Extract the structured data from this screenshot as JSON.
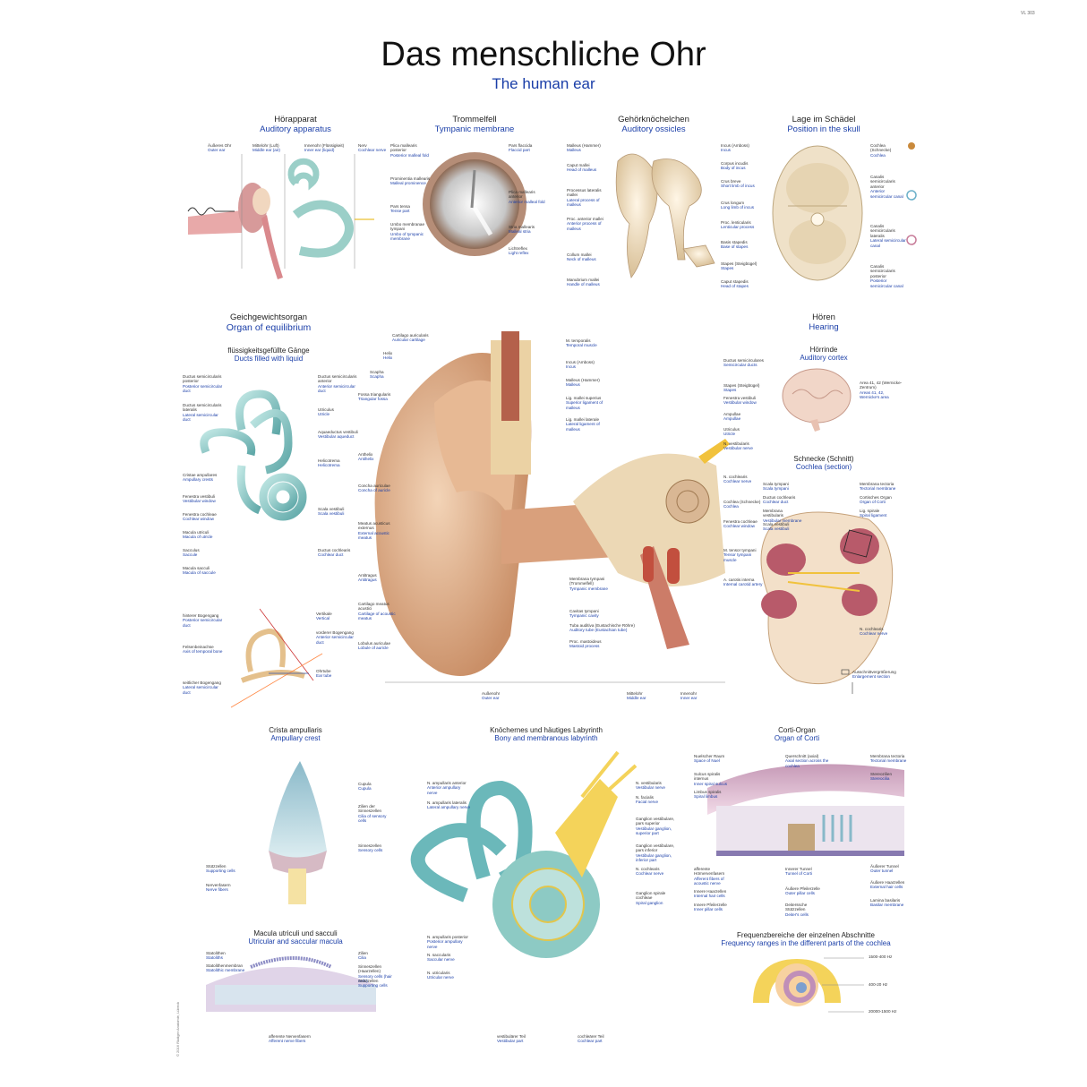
{
  "code": "VL 303",
  "title_de": "Das menschliche Ohr",
  "title_en": "The human ear",
  "copyright": "© 2016 Rüdiger Anatomie, Lübeck",
  "sections": [
    {
      "de": "Hörapparat",
      "en": "Auditory apparatus"
    },
    {
      "de": "Trommelfell",
      "en": "Tympanic membrane"
    },
    {
      "de": "Gehörknöchelchen",
      "en": "Auditory ossicles"
    },
    {
      "de": "Lage im Schädel",
      "en": "Position in the skull"
    },
    {
      "de": "Geichgewichtsorgan",
      "en": "Organ of equilibrium"
    },
    {
      "de": "flüssigkeitsgefüllte Gänge",
      "en": "Ducts filled with liquid"
    },
    {
      "de": "Hören",
      "en": "Hearing"
    },
    {
      "de": "Hörrinde",
      "en": "Auditory cortex"
    },
    {
      "de": "Schnecke (Schnitt)",
      "en": "Cochlea (section)"
    },
    {
      "de": "Crista ampullaris",
      "en": "Ampullary crest"
    },
    {
      "de": "Knöchernes und häutiges Labyrinth",
      "en": "Bony and membranous labyrinth"
    },
    {
      "de": "Corti-Organ",
      "en": "Organ of Corti"
    },
    {
      "de": "Macula utriculi und sacculi",
      "en": "Utricular and saccular macula"
    },
    {
      "de": "Frequenzbereiche der einzelnen Abschnitte",
      "en": "Frequency ranges in the different parts of the cochlea"
    }
  ],
  "labels": {
    "app_outer": {
      "de": "Äußeres Ohr",
      "en": "Outer ear"
    },
    "app_middle": {
      "de": "Mittelohr (Luft)",
      "en": "Middle ear (air)"
    },
    "app_inner": {
      "de": "Innenohr (Flüssigkeit)",
      "en": "Inner ear (liquid)"
    },
    "app_nerve": {
      "de": "Nerv",
      "en": "Cochlear nerve"
    },
    "tm_plica_post": {
      "de": "Plica mallearis posterior",
      "en": "Posterior malleal fold"
    },
    "tm_prominentia": {
      "de": "Prominentia mallearis",
      "en": "Malleal prominence"
    },
    "tm_pars_tensa": {
      "de": "Pars tensa",
      "en": "Tense part"
    },
    "tm_umbo": {
      "de": "Umbo membranae tympani",
      "en": "Umbo of tympanic membrane"
    },
    "tm_pars_flaccida": {
      "de": "Pars flaccida",
      "en": "Flaccid part"
    },
    "tm_plica_ant": {
      "de": "Plica mallearis anterior",
      "en": "Anterior malleal fold"
    },
    "tm_stria": {
      "de": "Stria mallearis",
      "en": "Malleal stria"
    },
    "tm_reflex": {
      "de": "Lichtreflex",
      "en": "Light reflex"
    },
    "os_malleus": {
      "de": "Malleus (Hammer)",
      "en": "Malleus"
    },
    "os_caput": {
      "de": "Caput mallei",
      "en": "Head of malleus"
    },
    "os_proc_lat": {
      "de": "Processus lateralis mallei",
      "en": "Lateral process of malleus"
    },
    "os_proc_ant": {
      "de": "Proc. anterior mallei",
      "en": "Anterior process of malleus"
    },
    "os_collum": {
      "de": "Collum mallei",
      "en": "Neck of malleus"
    },
    "os_manubrium": {
      "de": "Manubrium mallei",
      "en": "Handle of malleus"
    },
    "os_incus": {
      "de": "Incus (Amboss)",
      "en": "Incus"
    },
    "os_corpus": {
      "de": "Corpus incudis",
      "en": "Body of incus"
    },
    "os_crus_breve": {
      "de": "Crus breve",
      "en": "Short limb of incus"
    },
    "os_crus_longum": {
      "de": "Crus longum",
      "en": "Long limb of incus"
    },
    "os_lenticular": {
      "de": "Proc. lenticularis",
      "en": "Lenticular process"
    },
    "os_basis": {
      "de": "Basis stapedis",
      "en": "Base of stapes"
    },
    "os_stapes": {
      "de": "Stapes (Steigbügel)",
      "en": "Stapes"
    },
    "os_caput_stapedis": {
      "de": "Caput stapedis",
      "en": "Head of stapes"
    },
    "sk_cochlea": {
      "de": "Cochlea (Schnecke)",
      "en": "Cochlea"
    },
    "sk_ant": {
      "de": "Canalis semicircularis anterior",
      "en": "Anterior semicircular canal"
    },
    "sk_lat": {
      "de": "Canalis semicircularis lateralis",
      "en": "Lateral semicircular canal"
    },
    "sk_post": {
      "de": "Canalis semicircularis posterior",
      "en": "Posterior semicircular canal"
    },
    "eq_post": {
      "de": "Ductus semicircularis posterior",
      "en": "Posterior semicircular duct"
    },
    "eq_lat": {
      "de": "Ductus semicircularis lateralis",
      "en": "Lateral semicircular duct"
    },
    "eq_cristae": {
      "de": "Cristae ampullares",
      "en": "Ampullary crests"
    },
    "eq_fen_vest": {
      "de": "Fenestra vestibuli",
      "en": "Vestibular window"
    },
    "eq_fen_coch": {
      "de": "Fenestra cochleae",
      "en": "Cochlear window"
    },
    "eq_mac_utr": {
      "de": "Macula utriculi",
      "en": "Macula of utricle"
    },
    "eq_sacculus": {
      "de": "Sacculus",
      "en": "Saccule"
    },
    "eq_mac_sac": {
      "de": "Macula sacculi",
      "en": "Macula of saccule"
    },
    "eq_ant": {
      "de": "Ductus semicircularis anterior",
      "en": "Anterior semicircular duct"
    },
    "eq_utriculus": {
      "de": "Utriculus",
      "en": "Utricle"
    },
    "eq_aquaeductus": {
      "de": "Aquaeductus vestibuli",
      "en": "Vestibular aqueduct"
    },
    "eq_helicotrema": {
      "de": "Helicotrema",
      "en": "Helicotrema"
    },
    "eq_scala_vest": {
      "de": "Scala vestibuli",
      "en": "Scala vestibuli"
    },
    "eq_ductus_coch": {
      "de": "Ductus cochlearis",
      "en": "Cochlear duct"
    },
    "or_hinten": {
      "de": "hinterer Bogengang",
      "en": "Posterior semicircular duct"
    },
    "or_felsenbein": {
      "de": "Felsenbeinachse",
      "en": "Axis of temporal bone"
    },
    "or_seitl": {
      "de": "seitlicher Bogengang",
      "en": "Lateral semicircular duct"
    },
    "or_vorn": {
      "de": "vorderer Bogengang",
      "en": "Anterior semicircular duct"
    },
    "or_vertikal": {
      "de": "Vertikale",
      "en": "Vertical"
    },
    "or_ohrtube": {
      "de": "Ohrtube",
      "en": "Ear tube"
    },
    "m_cart_auric": {
      "de": "Cartilago auricularis",
      "en": "Auricular cartilage"
    },
    "m_helix": {
      "de": "Helix",
      "en": "Helix"
    },
    "m_scapha": {
      "de": "Scapha",
      "en": "Scapha"
    },
    "m_fossa": {
      "de": "Fossa triangularis",
      "en": "Triangular fossa"
    },
    "m_anthelix": {
      "de": "Anthelix",
      "en": "Antihelix"
    },
    "m_concha": {
      "de": "Concha auriculae",
      "en": "Concha of auricle"
    },
    "m_meatus": {
      "de": "Meatus acusticus externus",
      "en": "External acoustic meatus"
    },
    "m_antitragus": {
      "de": "Antitragus",
      "en": "Antitragus"
    },
    "m_cart_meatus": {
      "de": "Cartilago meatus acustici",
      "en": "Cartilage of acoustic meatus"
    },
    "m_lobulus": {
      "de": "Lobulus auriculae",
      "en": "Lobule of auricle"
    },
    "m_temporalis": {
      "de": "M. temporalis",
      "en": "Temporal muscle"
    },
    "m_incus": {
      "de": "Incus (Amboss)",
      "en": "Incus"
    },
    "m_malleus": {
      "de": "Malleus (Hammer)",
      "en": "Malleus"
    },
    "m_lig_sup": {
      "de": "Lig. mallei superius",
      "en": "Superior ligament of malleus"
    },
    "m_lig_lat": {
      "de": "Lig. mallei laterale",
      "en": "Lateral ligament of malleus"
    },
    "m_membrana": {
      "de": "Membrana tympani (Trommelfell)",
      "en": "Tympanic membrane"
    },
    "m_cavitas": {
      "de": "Cavitas tympani",
      "en": "Tympanic cavity"
    },
    "m_tuba": {
      "de": "Tuba auditiva (Eustachische Röhre)",
      "en": "Auditory tube (Eustachian tube)"
    },
    "m_mastoid": {
      "de": "Proc. mastoideus",
      "en": "Mastoid process"
    },
    "m_ductus_semi": {
      "de": "Ductus semicirculares",
      "en": "Semicircular ducts"
    },
    "m_stapes": {
      "de": "Stapes (Steigbügel)",
      "en": "Stapes"
    },
    "m_fen_vest": {
      "de": "Fenestra vestibuli",
      "en": "Vestibular window"
    },
    "m_ampullae": {
      "de": "Ampullae",
      "en": "Ampullae"
    },
    "m_utriculus": {
      "de": "Utriculus",
      "en": "Utricle"
    },
    "m_n_vest": {
      "de": "N. vestibularis",
      "en": "Vestibular nerve"
    },
    "m_n_coch": {
      "de": "N. cochlearis",
      "en": "Cochlear nerve"
    },
    "m_cochlea": {
      "de": "Cochlea (Schnecke)",
      "en": "Cochlea"
    },
    "m_fen_coch": {
      "de": "Fenestra cochleae",
      "en": "Cochlear window"
    },
    "m_tensor": {
      "de": "M. tensor tympani",
      "en": "Tensor tympani muscle"
    },
    "m_carotis": {
      "de": "A. carotis interna",
      "en": "Internal carotid artery"
    },
    "m_aussenohr": {
      "de": "Außenohr",
      "en": "Outer ear"
    },
    "m_mittelohr": {
      "de": "Mittelohr",
      "en": "Middle ear"
    },
    "m_innenohr": {
      "de": "Innenohr",
      "en": "Inner ear"
    },
    "h_areas": {
      "de": "Area 41, 42 (Wernicke-Zentrum)",
      "en": "Areas 41, 42, Wernicke's area"
    },
    "c_scala_tymp": {
      "de": "Scala tympani",
      "en": "Scala tympani"
    },
    "c_ductus": {
      "de": "Ductus cochlearis",
      "en": "Cochlear duct"
    },
    "c_membrana_vest": {
      "de": "Membrana vestibularis",
      "en": "Vestibular membrane"
    },
    "c_scala_vest": {
      "de": "Scala vestibuli",
      "en": "Scala vestibuli"
    },
    "c_tectoria": {
      "de": "Membrana tectoria",
      "en": "Tectorial membrane"
    },
    "c_corti": {
      "de": "Cortisches Organ",
      "en": "Organ of Corti"
    },
    "c_lig_spir": {
      "de": "Lig. spirale",
      "en": "Spiral ligament"
    },
    "c_n_coch": {
      "de": "N. cochlearis",
      "en": "Cochlear nerve"
    },
    "c_ausschnitt": {
      "de": "Ausschnittvergrößerung",
      "en": "Enlargement section"
    },
    "cr_cupula": {
      "de": "Cupula",
      "en": "Cupula"
    },
    "cr_zilien": {
      "de": "Zilien der Sinneszellen",
      "en": "Cilia of sensory cells"
    },
    "cr_sinnes": {
      "de": "Sinneszellen",
      "en": "Sensory cells"
    },
    "cr_stuetz": {
      "de": "Stützzellen",
      "en": "Supporting cells"
    },
    "cr_nerv": {
      "de": "Nervenfasern",
      "en": "Nerve fibers"
    },
    "mac_statolith": {
      "de": "Statolithen",
      "en": "Statoliths"
    },
    "mac_membran": {
      "de": "Statolithenmembran",
      "en": "Statolithic membrane"
    },
    "mac_zilien": {
      "de": "Zilien",
      "en": "Cilia"
    },
    "mac_sinnes": {
      "de": "Sinneszellen (Haarzellen)",
      "en": "Sensory cells (hair cells)"
    },
    "mac_stuetz": {
      "de": "Stützzellen",
      "en": "Supporting cells"
    },
    "mac_afferent": {
      "de": "afferente Nervenfasern",
      "en": "Afferent nerve fibers"
    },
    "lab_n_ant": {
      "de": "N. ampullaris anterior",
      "en": "Anterior ampullary nerve"
    },
    "lab_n_lat": {
      "de": "N. ampullaris lateralis",
      "en": "Lateral ampullary nerve"
    },
    "lab_n_post": {
      "de": "N. ampullaris posterior",
      "en": "Posterior ampullary nerve"
    },
    "lab_n_sacc": {
      "de": "N. saccularis",
      "en": "Saccular nerve"
    },
    "lab_n_utr": {
      "de": "N. utricularis",
      "en": "Utricular nerve"
    },
    "lab_n_vest": {
      "de": "N. vestibularis",
      "en": "Vestibular nerve"
    },
    "lab_n_fac": {
      "de": "N. facialis",
      "en": "Facial nerve"
    },
    "lab_gang_sup": {
      "de": "Ganglion vestibulare, pars superior",
      "en": "Vestibular ganglion, superior part"
    },
    "lab_gang_inf": {
      "de": "Ganglion vestibulare, pars inferior",
      "en": "Vestibular ganglion, inferior part"
    },
    "lab_n_coch": {
      "de": "N. cochlearis",
      "en": "Cochlear nerve"
    },
    "lab_gang_spir": {
      "de": "Ganglion spirale cochleae",
      "en": "Spiral ganglion"
    },
    "lab_vest_teil": {
      "de": "vestibulärer Teil",
      "en": "Vestibular part"
    },
    "lab_coch_teil": {
      "de": "cochleärer Teil",
      "en": "Cochlear part"
    },
    "co_nuel": {
      "de": "Nuelscher Raum",
      "en": "Space of Nuel"
    },
    "co_sulcus": {
      "de": "Sulcus spiralis internus",
      "en": "Inner spiral sulcus"
    },
    "co_limbus": {
      "de": "Limbus spiralis",
      "en": "Spiral limbus"
    },
    "co_querschnitt": {
      "de": "Querschnitt (axial)",
      "en": "Axial section across the cochlea"
    },
    "co_membrana": {
      "de": "Membrana tectoria",
      "en": "Tectorial membrane"
    },
    "co_stereo": {
      "de": "Stereozilien",
      "en": "Stereocilia"
    },
    "co_aeuss_tunnel": {
      "de": "Äußerer Tunnel",
      "en": "Outer tunnel"
    },
    "co_aeuss_haar": {
      "de": "Äußere Haarzellen",
      "en": "External hair cells"
    },
    "co_lamina": {
      "de": "Lamina basilaris",
      "en": "Basilar membrane"
    },
    "co_afferent": {
      "de": "afferente Hörnervenfasern",
      "en": "Afferent fibers of acoustic nerve"
    },
    "co_innerer_tunnel": {
      "de": "Innerer Tunnel",
      "en": "Tunnel of Corti"
    },
    "co_innere_haar": {
      "de": "Innere Haarzellen",
      "en": "Internal hair cells"
    },
    "co_aeuss_pfeiler": {
      "de": "Äußere Pfeilerzelle",
      "en": "Outer pillar cells"
    },
    "co_innere_pfeiler": {
      "de": "Innere Pfeilerzelle",
      "en": "Inner pillar cells"
    },
    "co_deiters": {
      "de": "Deiterssche Stützzellen",
      "en": "Deiter's cells"
    },
    "fr_1": {
      "de": "1500-400 Hz",
      "en": ""
    },
    "fr_2": {
      "de": "400-20 Hz",
      "en": ""
    },
    "fr_3": {
      "de": "20000-1500 Hz",
      "en": ""
    }
  }
}
